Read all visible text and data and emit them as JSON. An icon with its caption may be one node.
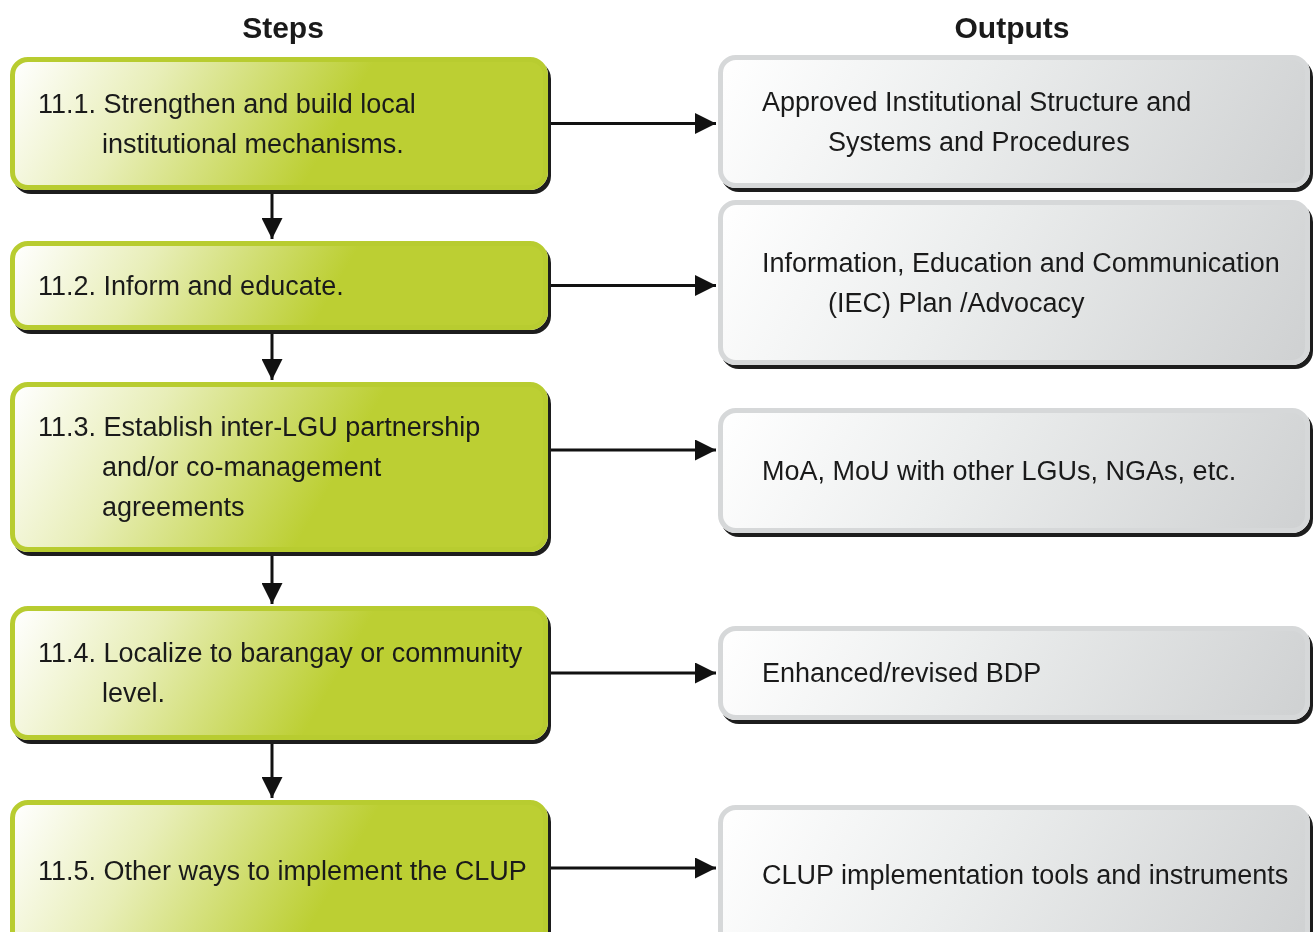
{
  "diagram": {
    "nodes": [
      {
        "text": [
          "11.1. Strengthen and build local institutional mechanisms."
        ]
      },
      {
        "text": [
          "11.2. Inform and educate."
        ]
      },
      {
        "text": [
          "11.3.  Establish inter-LGU partnership and/or co-management agreements"
        ]
      },
      {
        "text": [
          "11.4. Localize to barangay or community level."
        ]
      },
      {
        "text": [
          "11.5. Other ways to implement the CLUP"
        ]
      },
      {
        "text": [
          "Approved Institutional Structure and Systems and Procedures"
        ]
      },
      {
        "text": [
          "Information, Education and Communication (IEC) Plan /Advocacy"
        ]
      },
      {
        "text": [
          "MoA, MoU with other LGUs, NGAs, etc."
        ]
      },
      {
        "text": [
          "Enhanced/revised  BDP"
        ]
      },
      {
        "text": [
          "CLUP implementation tools and instruments"
        ]
      }
    ],
    "edges": [
      {
        "from": 0,
        "to": 1,
        "arrow": "to"
      },
      {
        "from": 1,
        "to": 2,
        "arrow": "to"
      },
      {
        "from": 2,
        "to": 3,
        "arrow": "to"
      },
      {
        "from": 3,
        "to": 4,
        "arrow": "to"
      },
      {
        "from": 0,
        "to": 5,
        "arrow": "to"
      },
      {
        "from": 1,
        "to": 6,
        "arrow": "to"
      },
      {
        "from": 2,
        "to": 7,
        "arrow": "to"
      },
      {
        "from": 3,
        "to": 8,
        "arrow": "to"
      },
      {
        "from": 4,
        "to": 9,
        "arrow": "to"
      }
    ],
    "labels": [
      "Steps",
      "Outputs"
    ]
  }
}
